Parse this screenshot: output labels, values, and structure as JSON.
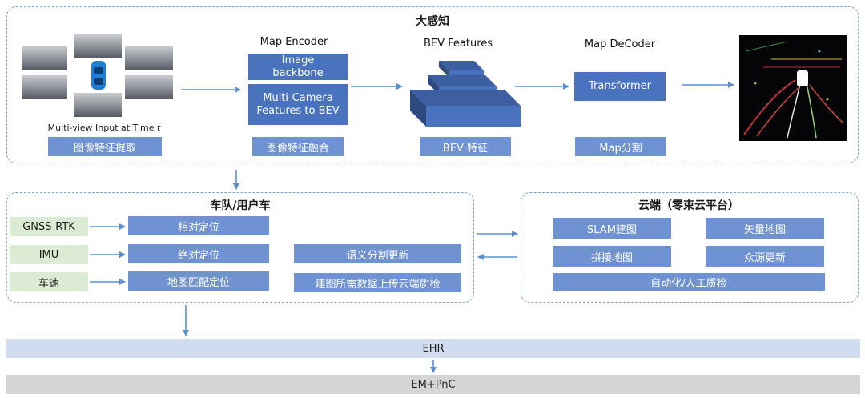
{
  "perception": {
    "title": "大感知",
    "input_caption": "Multi-view Input at Time ",
    "input_caption_var": "t",
    "stage_labels": [
      "图像特征提取",
      "图像特征融合",
      "BEV 特征",
      "Map分割"
    ],
    "encoder": {
      "title": "Map Encoder",
      "box1": "Image backbone",
      "box2": "Multi-Camera Features to BEV"
    },
    "bev": {
      "title": "BEV Features"
    },
    "decoder": {
      "title": "Map DeCoder",
      "box": "Transformer"
    }
  },
  "fleet": {
    "title": "车队/用户车",
    "sensors": [
      "GNSS-RTK",
      "IMU",
      "车速"
    ],
    "localization": [
      "相对定位",
      "绝对定位",
      "地图匹配定位"
    ],
    "actions": [
      "语义分割更新",
      "建图所需数据上传云端质检"
    ]
  },
  "cloud": {
    "title": "云端（零束云平台）",
    "items": [
      "SLAM建图",
      "矢量地图",
      "拼接地图",
      "众源更新"
    ],
    "qc": "自动化/人工质检"
  },
  "bottom": {
    "ehr": "EHR",
    "empnc": "EM+PnC"
  },
  "colors": {
    "box_blue": "#4a73bf",
    "box_light_blue": "#6f92d2",
    "sensor_green": "#dcebd3",
    "arrow_blue": "#5a8fd0",
    "dash_border": "#7fa3cc",
    "ehr_bar": "#d2dcf0",
    "empnc_bar": "#d5d5d5"
  }
}
